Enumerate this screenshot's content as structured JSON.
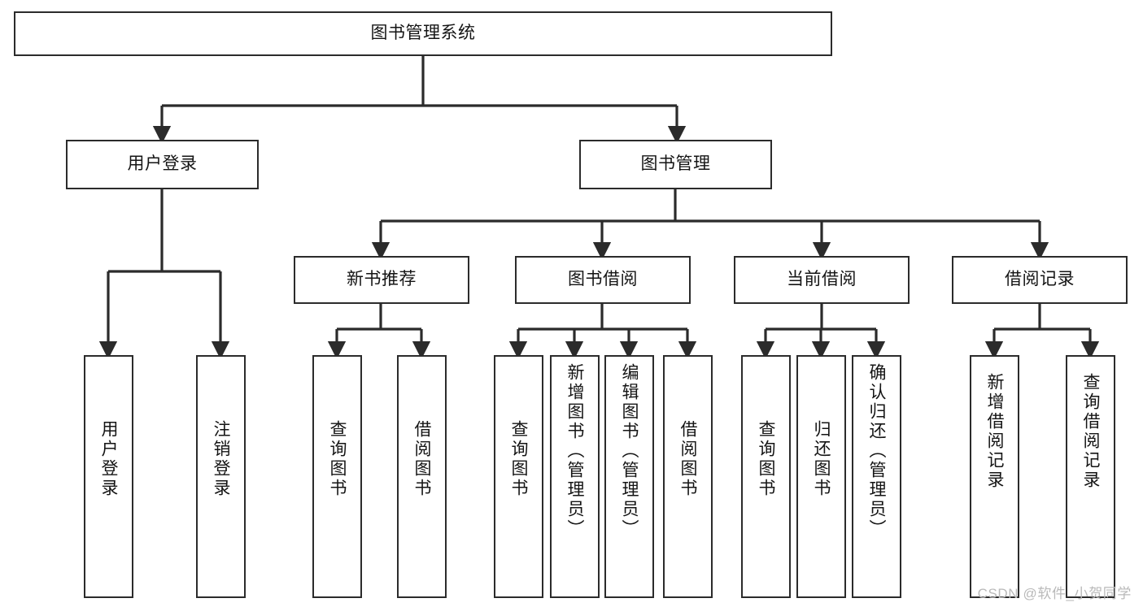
{
  "diagram": {
    "title": "图书管理系统",
    "type": "tree-hierarchy-chart",
    "colors": {
      "stroke": "#2b2b2b",
      "fill": "#ffffff",
      "text": "#141414",
      "watermark": "#b9b9b9"
    },
    "watermark": "CSDN @软件_小贺同学",
    "root": {
      "label": "图书管理系统"
    },
    "level2": [
      {
        "label": "用户登录"
      },
      {
        "label": "图书管理"
      }
    ],
    "level3": [
      {
        "label": "新书推荐"
      },
      {
        "label": "图书借阅"
      },
      {
        "label": "当前借阅"
      },
      {
        "label": "借阅记录"
      }
    ],
    "leaves": {
      "user_login": [
        {
          "label": "用户登录"
        },
        {
          "label": "注销登录"
        }
      ],
      "new_book_recommend": [
        {
          "label": "查询图书"
        },
        {
          "label": "借阅图书"
        }
      ],
      "book_borrow": [
        {
          "label": "查询图书"
        },
        {
          "label": "新增图书（管理员）"
        },
        {
          "label": "编辑图书（管理员）"
        },
        {
          "label": "借阅图书"
        }
      ],
      "current_borrow": [
        {
          "label": "查询图书"
        },
        {
          "label": "归还图书"
        },
        {
          "label": "确认归还（管理员）"
        }
      ],
      "borrow_record": [
        {
          "label": "新增借阅记录"
        },
        {
          "label": "查询借阅记录"
        }
      ]
    }
  }
}
